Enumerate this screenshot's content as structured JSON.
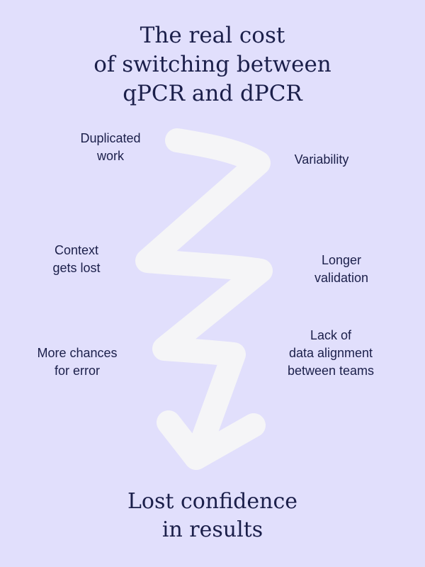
{
  "title": [
    "The real cost",
    "of switching between",
    "qPCR and dPCR"
  ],
  "labels": {
    "duplicated_work": [
      "Duplicated",
      "work"
    ],
    "variability": [
      "Variability"
    ],
    "context_lost": [
      "Context",
      "gets lost"
    ],
    "longer_validation": [
      "Longer",
      "validation"
    ],
    "more_chances_error": [
      "More chances",
      "for error"
    ],
    "lack_alignment": [
      "Lack of",
      "data alignment",
      "between teams"
    ]
  },
  "outcome": [
    "Lost confidence",
    "in results"
  ],
  "colors": {
    "background": "#e1dffc",
    "arrow": "#f5f5f7",
    "text": "#1b1f4a"
  }
}
